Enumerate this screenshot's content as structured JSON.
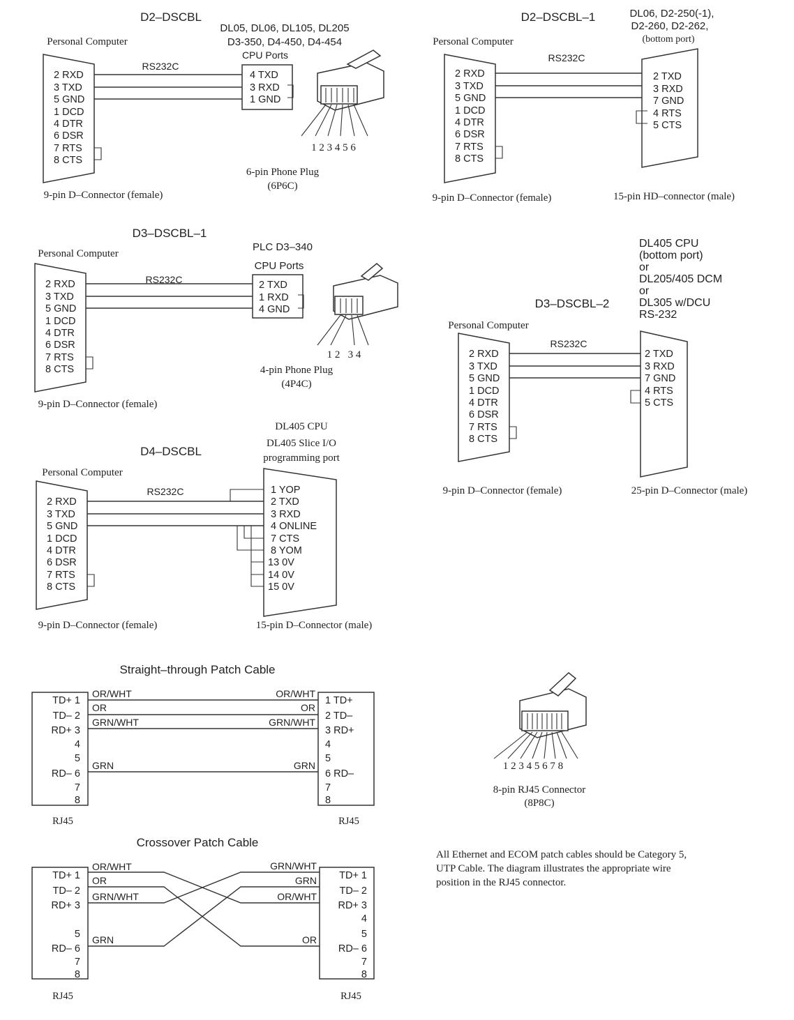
{
  "common": {
    "pc_label": "Personal Computer",
    "rs232c": "RS232C",
    "db9_caption": "9-pin D–Connector (female)",
    "rj45": "RJ45",
    "db9_pins": [
      "2 RXD",
      "3 TXD",
      "5 GND",
      "1 DCD",
      "4 DTR",
      "6 DSR",
      "7 RTS",
      "8 CTS"
    ]
  },
  "d2dscbl": {
    "title": "D2–DSCBL",
    "target_line1": "DL05, DL06, DL105, DL205",
    "target_line2": "D3-350, D4-450, D4-454",
    "target_line3": "CPU Ports",
    "pins": [
      "4 TXD",
      "3 RXD",
      "1 GND"
    ],
    "plug_numbers": "1 2 3 4 5 6",
    "plug_caption1": "6-pin Phone Plug",
    "plug_caption2": "(6P6C)"
  },
  "d2dscbl1": {
    "title": "D2–DSCBL–1",
    "target_line1": "DL06, D2-250(-1),",
    "target_line2": "D2-260, D2-262,",
    "target_line3": "(bottom port)",
    "pins": [
      "2 TXD",
      "3 RXD",
      "7 GND",
      "4 RTS",
      "5 CTS"
    ],
    "caption": "15-pin HD–connector (male)"
  },
  "d3dscbl1": {
    "title": "D3–DSCBL–1",
    "target_line1": "PLC D3–340",
    "target_line2": "CPU Ports",
    "pins": [
      "2 TXD",
      "1 RXD",
      "4 GND"
    ],
    "plug_numbers": "1 2   3 4",
    "plug_caption1": "4-pin Phone Plug",
    "plug_caption2": "(4P4C)"
  },
  "d3dscbl2": {
    "title": "D3–DSCBL–2",
    "target_lines": [
      "DL405 CPU",
      "(bottom port)",
      "or",
      "DL205/405 DCM",
      "or",
      "DL305 w/DCU",
      "RS-232"
    ],
    "pins": [
      "2 TXD",
      "3 RXD",
      "7 GND",
      "4 RTS",
      "5 CTS"
    ],
    "caption": "25-pin D–Connector (male)"
  },
  "d4dscbl": {
    "title": "D4–DSCBL",
    "target_line1": "DL405 CPU",
    "target_line2": "DL405 Slice I/O",
    "target_line3": "programming port",
    "pins": [
      "1 YOP",
      "2 TXD",
      "3 RXD",
      "4 ONLINE",
      "7 CTS",
      "8 YOM",
      "13 0V",
      "14 0V",
      "15 0V"
    ],
    "caption": "15-pin D–Connector (male)"
  },
  "straight": {
    "title": "Straight–through Patch Cable",
    "left_pins": [
      "TD+  1",
      "TD–  2",
      "RD+  3",
      "4",
      "5",
      "RD–  6",
      "7",
      "8"
    ],
    "right_pins": [
      "1  TD+",
      "2  TD–",
      "3  RD+",
      "4",
      "5",
      "6  RD–",
      "7",
      "8"
    ],
    "left_wires": [
      "OR/WHT",
      "OR",
      "GRN/WHT",
      "GRN"
    ],
    "right_wires": [
      "OR/WHT",
      "OR",
      "GRN/WHT",
      "GRN"
    ]
  },
  "crossover": {
    "title": "Crossover Patch Cable",
    "left_pins": [
      "TD+  1",
      "TD–  2",
      "RD+  3",
      "5",
      "RD–  6",
      "7",
      "8"
    ],
    "right_pins": [
      "TD+  1",
      "TD–  2",
      "RD+  3",
      "4",
      "5",
      "RD–  6",
      "7",
      "8"
    ],
    "left_wires": [
      "OR/WHT",
      "OR",
      "GRN/WHT",
      "GRN"
    ],
    "right_wires": [
      "GRN/WHT",
      "GRN",
      "OR/WHT",
      "OR"
    ]
  },
  "rj45_plug": {
    "numbers": "1 2 3 4 5 6 7 8",
    "caption1": "8-pin RJ45 Connector",
    "caption2": "(8P8C)"
  },
  "note": {
    "line1": "All Ethernet and ECOM patch cables should be Category 5,",
    "line2": "UTP Cable. The diagram illustrates the appropriate wire",
    "line3": "position in the RJ45 connector."
  }
}
